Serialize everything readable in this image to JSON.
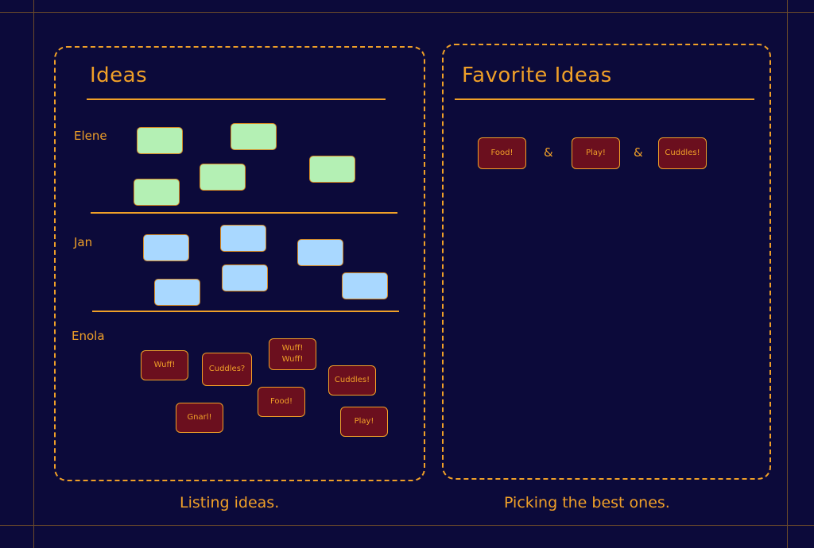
{
  "ideas_panel": {
    "title": "Ideas",
    "rows": [
      {
        "label": "Elene"
      },
      {
        "label": "Jan"
      },
      {
        "label": "Enola"
      }
    ],
    "enola_cards": [
      "Wuff!",
      "Cuddles?",
      "Wuff!\nWuff!",
      "Cuddles!",
      "Food!",
      "Gnarl!",
      "Play!"
    ],
    "caption": "Listing ideas."
  },
  "favorites_panel": {
    "title": "Favorite Ideas",
    "cards": [
      "Food!",
      "Play!",
      "Cuddles!"
    ],
    "separators": [
      "&",
      "&"
    ],
    "caption": "Picking the best ones."
  },
  "colors": {
    "background": "#0c0a3a",
    "accent": "#f0a028",
    "sticky_green": "#b4f0b4",
    "sticky_blue": "#a9d8ff",
    "card_fill": "#6b0f1e"
  }
}
